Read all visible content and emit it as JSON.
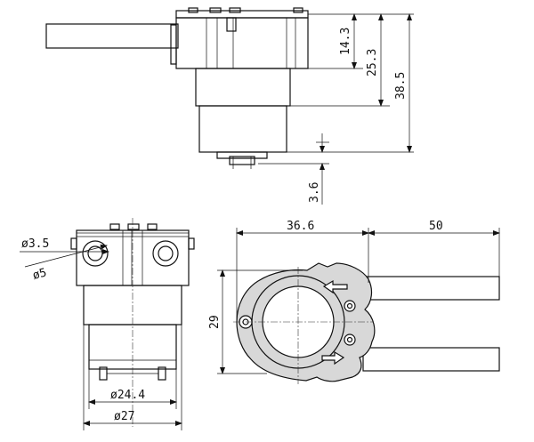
{
  "drawing": {
    "views": [
      "side-view",
      "front-view",
      "top-view"
    ],
    "dimensions": {
      "d14_3": "14.3",
      "d25_3": "25.3",
      "d38_5": "38.5",
      "d3_6": "3.6",
      "d36_6": "36.6",
      "d50": "50",
      "d29": "29",
      "dia3_5": "ø3.5",
      "dia5": "ø5",
      "dia24_4": "ø24.4",
      "dia27": "ø27"
    }
  }
}
